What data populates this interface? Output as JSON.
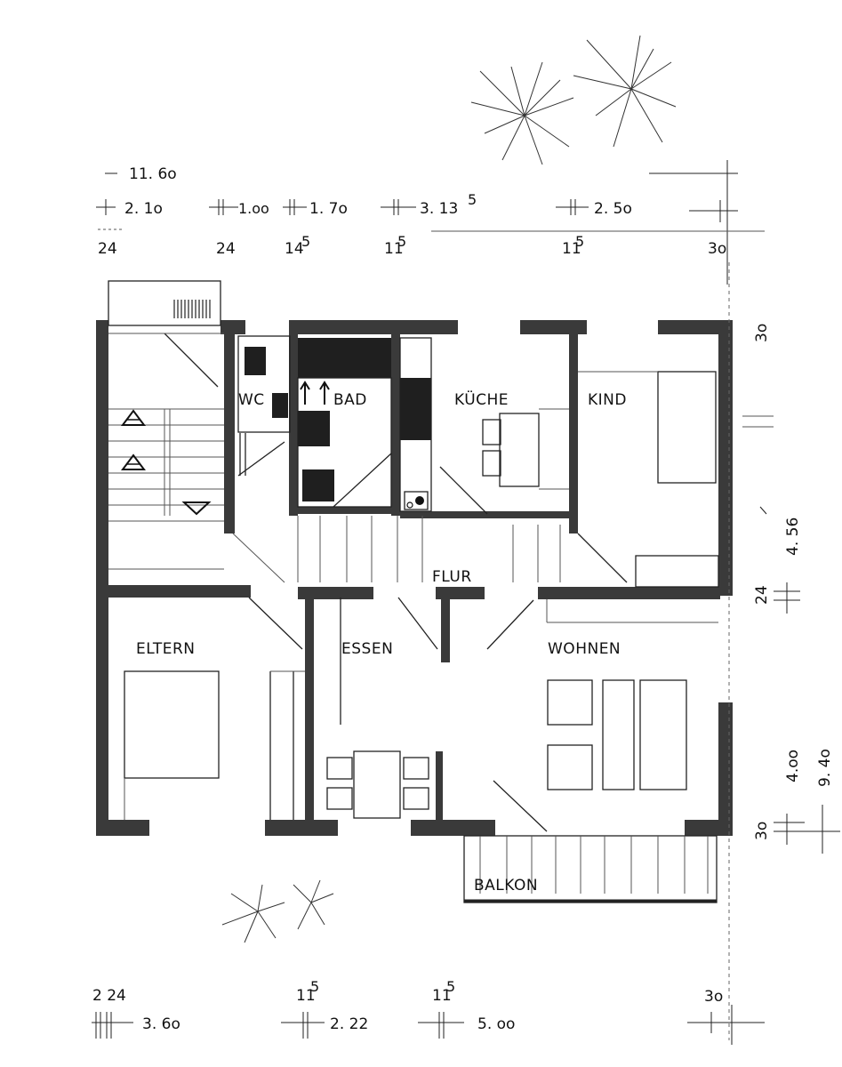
{
  "rooms": {
    "wc": "WC",
    "bad": "BAD",
    "kueche": "KÜCHE",
    "kind": "KIND",
    "flur": "FLUR",
    "eltern": "ELTERN",
    "essen": "ESSEN",
    "wohnen": "WOHNEN",
    "balkon": "BALKON"
  },
  "dimensions_top": {
    "total": "11. 6o",
    "d1": "2. 1o",
    "d2": "1.oo",
    "d3": "1. 7o",
    "d4a": "3. 13",
    "d4b": "5",
    "d5": "2. 5o",
    "w1": "24",
    "w2": "24",
    "w3a": "14",
    "w3b": "5",
    "w4a": "11",
    "w4b": "5",
    "w5a": "11",
    "w5b": "5",
    "w6": "3o"
  },
  "dimensions_right": {
    "top_wall": "3o",
    "d_upper": "4. 56",
    "mid_wall": "24",
    "d_lower": "4.oo",
    "total": "9. 4o",
    "bottom_wall": "3o"
  },
  "dimensions_bottom": {
    "w1": "2 24",
    "d1": "3. 6o",
    "w2a": "11",
    "w2b": "5",
    "d2": "2. 22",
    "w3a": "11",
    "w3b": "5",
    "d3": "5. oo",
    "w4": "3o"
  }
}
